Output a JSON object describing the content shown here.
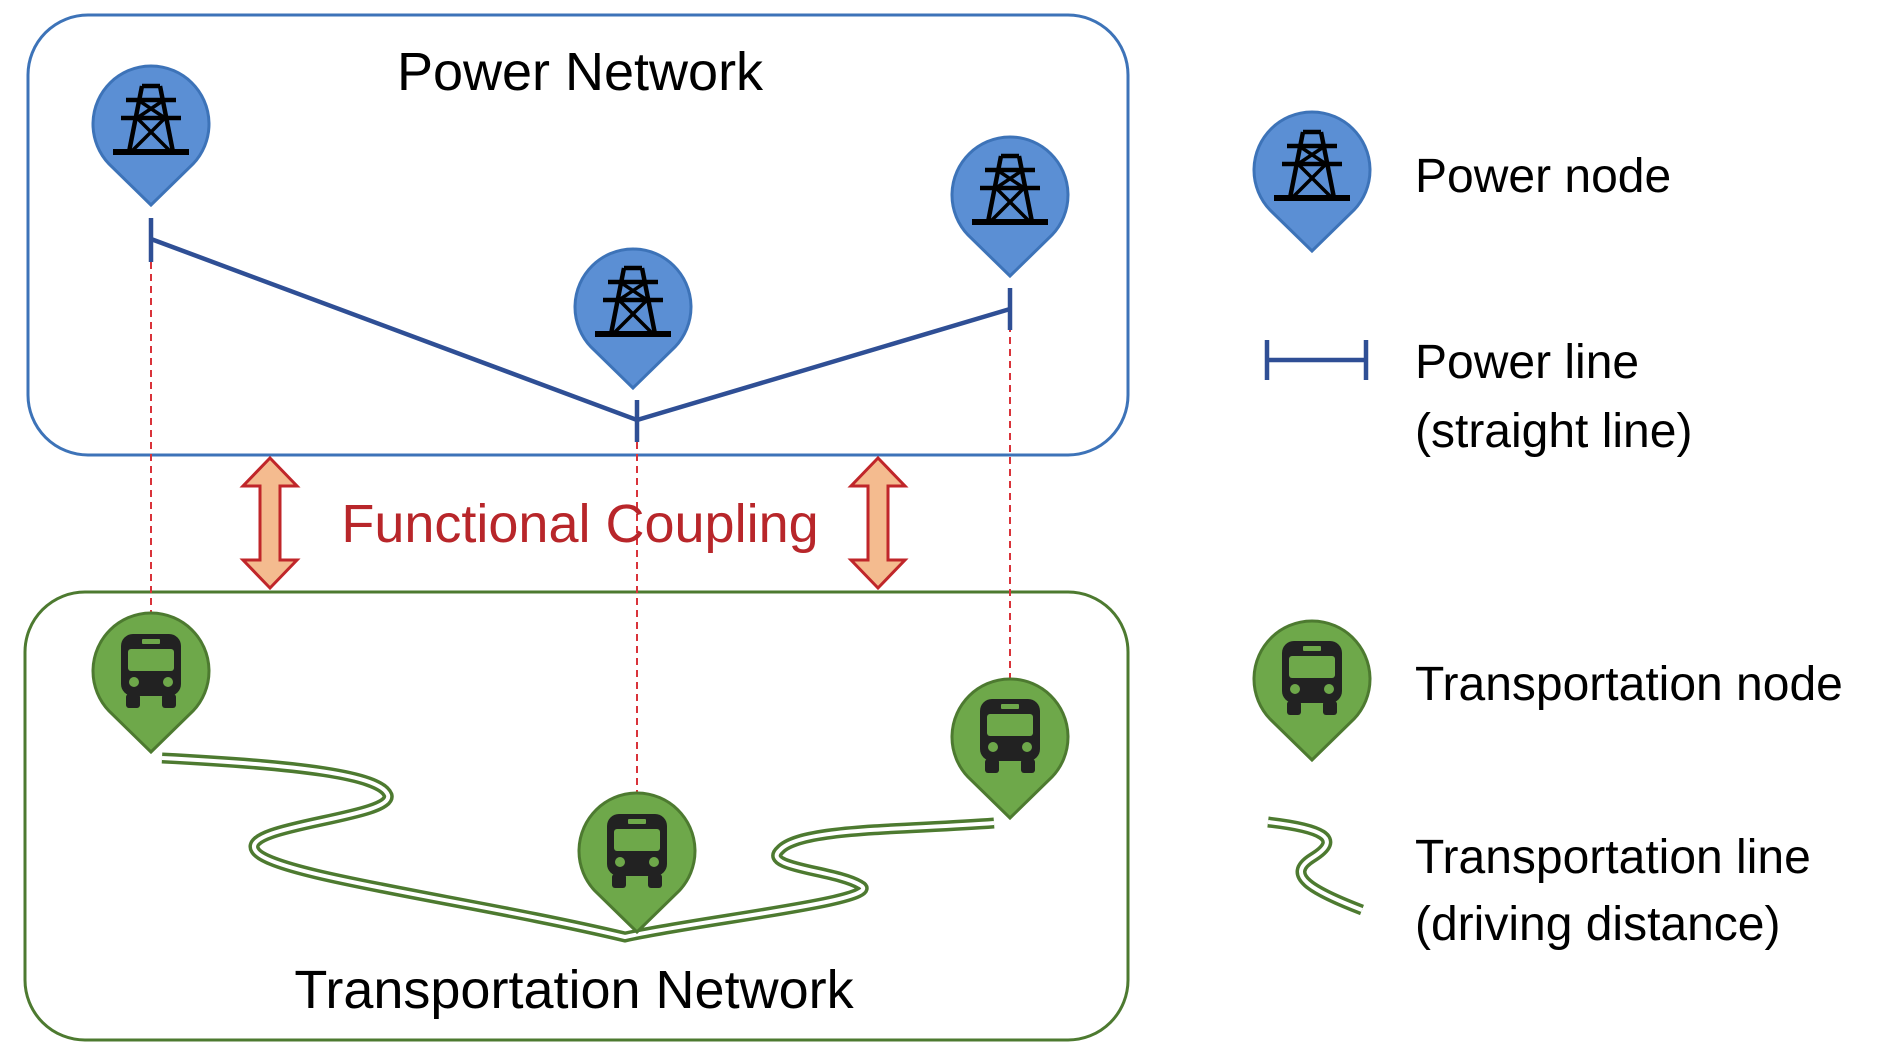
{
  "colors": {
    "power_stroke": "#3d73b8",
    "power_fill": "#5b8fd4",
    "power_line": "#2f4f95",
    "transport_stroke": "#4d7a30",
    "transport_fill": "#6ea84a",
    "coupling_text": "#b8262a",
    "arrow_fill": "#f4bb8f",
    "arrow_stroke": "#c0262a",
    "dash": "#d9333a"
  },
  "power_network": {
    "title": "Power Network",
    "nodes": [
      {
        "name": "power-node-1",
        "icon": "transmission-tower-icon"
      },
      {
        "name": "power-node-2",
        "icon": "transmission-tower-icon"
      },
      {
        "name": "power-node-3",
        "icon": "transmission-tower-icon"
      }
    ]
  },
  "coupling": {
    "label": "Functional Coupling"
  },
  "transportation_network": {
    "title": "Transportation Network",
    "nodes": [
      {
        "name": "transport-node-1",
        "icon": "bus-icon"
      },
      {
        "name": "transport-node-2",
        "icon": "bus-icon"
      },
      {
        "name": "transport-node-3",
        "icon": "bus-icon"
      }
    ]
  },
  "legend": {
    "power_node": "Power node",
    "power_line_1": "Power line",
    "power_line_2": "(straight line)",
    "transport_node": "Transportation node",
    "transport_line_1": "Transportation line",
    "transport_line_2": "(driving distance)"
  }
}
